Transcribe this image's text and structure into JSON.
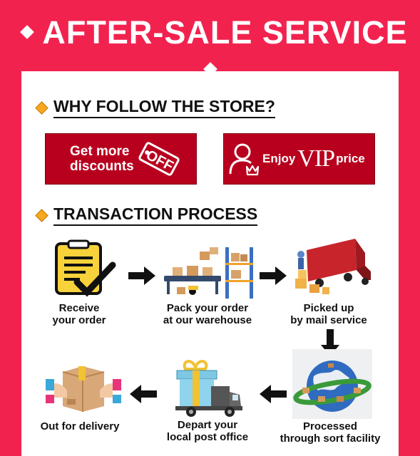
{
  "header": {
    "title": "AFTER-SALE SERVICE"
  },
  "why": {
    "title": "WHY FOLLOW THE STORE?",
    "promo1": {
      "line1": "Get more",
      "line2": "discounts",
      "badge": "OFF",
      "icon": "off-tag-icon"
    },
    "promo2": {
      "prefix": "Enjoy",
      "vip": "VIP",
      "suffix": "price",
      "icon": "user-crown-icon"
    }
  },
  "process": {
    "title": "TRANSACTION PROCESS",
    "steps": [
      {
        "line1": "Receive",
        "line2": "your order",
        "icon": "checklist-icon"
      },
      {
        "line1": "Pack your order",
        "line2": "at our warehouse",
        "icon": "warehouse-icon"
      },
      {
        "line1": "Picked up",
        "line2": "by mail service",
        "icon": "truck-icon"
      },
      {
        "line1": "Processed",
        "line2": "through sort facility",
        "icon": "globe-icon"
      },
      {
        "line1": "Depart your",
        "line2": "local post office",
        "icon": "delivery-van-icon"
      },
      {
        "line1": "Out for delivery",
        "line2": "",
        "icon": "package-handover-icon"
      }
    ]
  },
  "colors": {
    "brand": "#f2224f",
    "button": "#b8001e",
    "accent": "#f6a823"
  }
}
